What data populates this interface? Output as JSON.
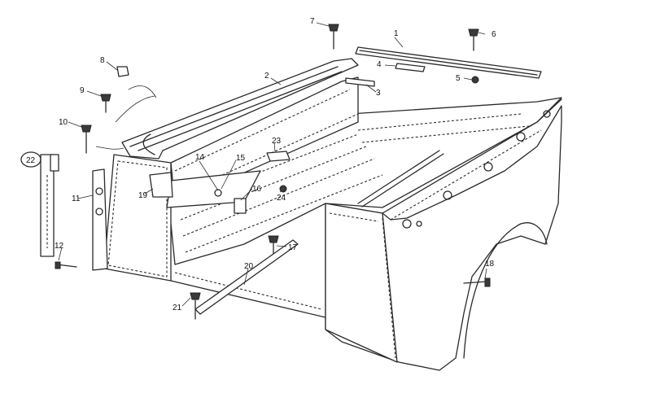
{
  "callouts": [
    {
      "id": "c1",
      "text": "1"
    },
    {
      "id": "c2",
      "text": "2"
    },
    {
      "id": "c3",
      "text": "3"
    },
    {
      "id": "c4",
      "text": "4"
    },
    {
      "id": "c5",
      "text": "5"
    },
    {
      "id": "c6",
      "text": "6"
    },
    {
      "id": "c7",
      "text": "7"
    },
    {
      "id": "c8",
      "text": "8"
    },
    {
      "id": "c9",
      "text": "9"
    },
    {
      "id": "c10",
      "text": "10"
    },
    {
      "id": "c11",
      "text": "11"
    },
    {
      "id": "c12",
      "text": "12"
    },
    {
      "id": "c14",
      "text": "14"
    },
    {
      "id": "c15",
      "text": "15"
    },
    {
      "id": "c16",
      "text": "16"
    },
    {
      "id": "c17",
      "text": "17"
    },
    {
      "id": "c18",
      "text": "18"
    },
    {
      "id": "c19",
      "text": "19"
    },
    {
      "id": "c20",
      "text": "20"
    },
    {
      "id": "c21",
      "text": "21"
    },
    {
      "id": "c22",
      "text": "22"
    },
    {
      "id": "c23",
      "text": "23"
    },
    {
      "id": "c24",
      "text": "24"
    }
  ]
}
